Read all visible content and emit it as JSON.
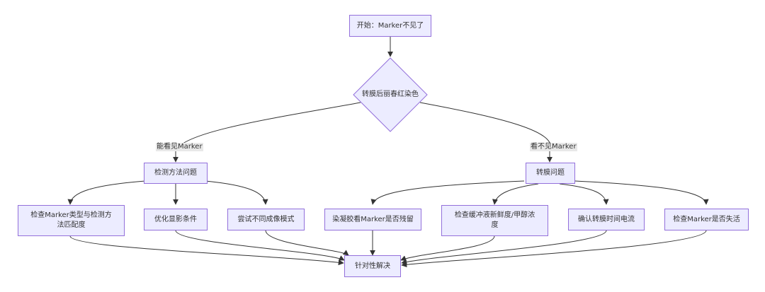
{
  "diagram": {
    "nodes": {
      "start": "开始：Marker不见了",
      "decision": "转膜后丽春红染色",
      "detection": "检测方法问题",
      "transfer": "转膜问题",
      "check_marker_type": "检查Marker类型与检测方法匹配度",
      "optimize_exposure": "优化显影条件",
      "try_imaging": "尝试不同成像模式",
      "gel_residue": "染凝胶看Marker是否残留",
      "check_buffer": "检查缓冲液新鲜度/甲醇浓度",
      "confirm_current": "确认转膜时间电流",
      "check_marker_expired": "检查Marker是否失活",
      "resolve": "针对性解决"
    },
    "edge_labels": {
      "visible": "能看见Marker",
      "not_visible": "看不见Marker"
    },
    "colors": {
      "node_fill": "#ECECFF",
      "node_stroke": "#9370DB",
      "edge": "#333333",
      "label_bg": "#e8e8e8"
    }
  }
}
